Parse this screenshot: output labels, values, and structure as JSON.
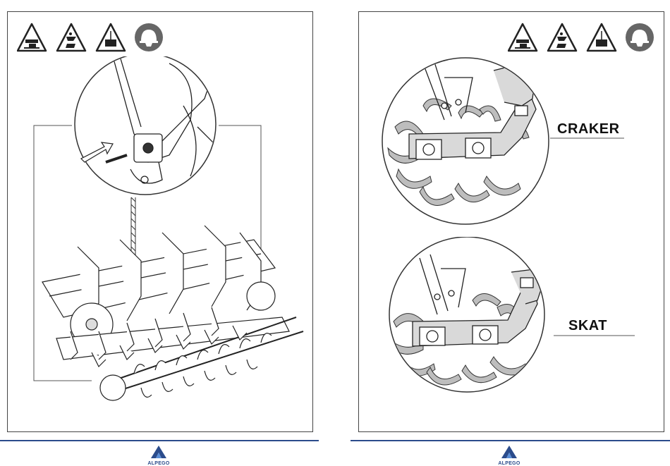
{
  "pages": {
    "left": {
      "icons": [
        "warning-crush-icon",
        "warning-hand-crush-icon",
        "warning-suspended-load-icon",
        "mandatory-helmet-icon"
      ]
    },
    "right": {
      "icons": [
        "warning-crush-icon",
        "warning-hand-crush-icon",
        "warning-suspended-load-icon",
        "mandatory-helmet-icon"
      ],
      "variants": {
        "top": "CRAKER",
        "bottom": "SKAT"
      }
    }
  },
  "footer": {
    "brand": "ALPEGO"
  },
  "colors": {
    "brand_blue": "#2b4c8c",
    "tine_grey": "#bdbdbd",
    "line": "#222222"
  }
}
